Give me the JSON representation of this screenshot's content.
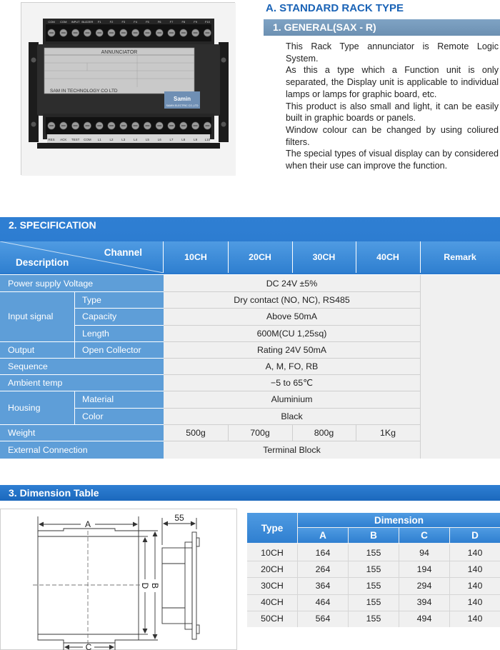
{
  "product": {
    "panel_title": "ANNUNCIATOR",
    "brand_logo": "Samin",
    "brand_company": "SAMIN ELECTRIC CO.,LTD",
    "maker_label": "SAM IN TECHNOLOGY CO LTD",
    "top_terminals": [
      "COM",
      "COM",
      "INPUT",
      "BUZZER",
      "F1",
      "F2",
      "F3",
      "F4",
      "F5",
      "F6",
      "F7",
      "F8",
      "F9",
      "F10"
    ],
    "bottom_terminals": [
      "RES",
      "ACK",
      "TEST",
      "COM",
      "L1",
      "L2",
      "L3",
      "L4",
      "L5",
      "L6",
      "L7",
      "L8",
      "L9",
      "L10"
    ]
  },
  "section_a": {
    "title": "A. STANDARD RACK TYPE",
    "general_title": "1. GENERAL(SAX - R)",
    "paragraphs": [
      "This Rack Type annunciator is Remote Logic System.",
      "As this a type which a Function unit is only separated, the Display unit is applicable to individual lamps or lamps for graphic board, etc.",
      "This product is also small and light, it can be easily built in graphic boards or panels.",
      "Window colour can be changed by using coliured filters.",
      "The special types of visual display can by considered when their use can improve the function."
    ]
  },
  "spec": {
    "title": "2. SPECIFICATION",
    "header": {
      "channel": "Channel",
      "description": "Description",
      "cols": [
        "10CH",
        "20CH",
        "30CH",
        "40CH"
      ],
      "remark": "Remark"
    },
    "rows": {
      "power": {
        "label": "Power supply Voltage",
        "value": "DC 24V ±5%"
      },
      "input": {
        "label": "Input signal",
        "type_label": "Type",
        "type_value": "Dry contact (NO, NC), RS485",
        "capacity_label": "Capacity",
        "capacity_value": "Above 50mA",
        "length_label": "Length",
        "length_value": "600M(CU 1,25sq)"
      },
      "output": {
        "label": "Output",
        "sub_label": "Open Collector",
        "value": "Rating 24V 50mA"
      },
      "sequence": {
        "label": "Sequence",
        "value": "A, M, FO, RB"
      },
      "ambient": {
        "label": "Ambient temp",
        "value": "−5 to 65℃"
      },
      "housing": {
        "label": "Housing",
        "material_label": "Material",
        "material_value": "Aluminium",
        "color_label": "Color",
        "color_value": "Black"
      },
      "weight": {
        "label": "Weight",
        "values": [
          "500g",
          "700g",
          "800g",
          "1Kg"
        ]
      },
      "external": {
        "label": "External Connection",
        "value": "Terminal Block"
      }
    }
  },
  "dimension": {
    "title": "3. Dimension Table",
    "drawing": {
      "label_a": "A",
      "label_b": "B",
      "label_c": "C",
      "label_d": "D",
      "depth": "55"
    },
    "table": {
      "type_header": "Type",
      "dimension_header": "Dimension",
      "cols": [
        "A",
        "B",
        "C",
        "D"
      ],
      "rows": [
        {
          "type": "10CH",
          "values": [
            "164",
            "155",
            "94",
            "140"
          ]
        },
        {
          "type": "20CH",
          "values": [
            "264",
            "155",
            "194",
            "140"
          ]
        },
        {
          "type": "30CH",
          "values": [
            "364",
            "155",
            "294",
            "140"
          ]
        },
        {
          "type": "40CH",
          "values": [
            "464",
            "155",
            "394",
            "140"
          ]
        },
        {
          "type": "50CH",
          "values": [
            "564",
            "155",
            "494",
            "140"
          ]
        }
      ]
    }
  },
  "colors": {
    "section_bar": "#1b68bd",
    "title_blue": "#1a63b6",
    "label_cell": "#5e9ed8",
    "value_cell": "#f0f0f0",
    "general_bar": "#6c90b2"
  }
}
